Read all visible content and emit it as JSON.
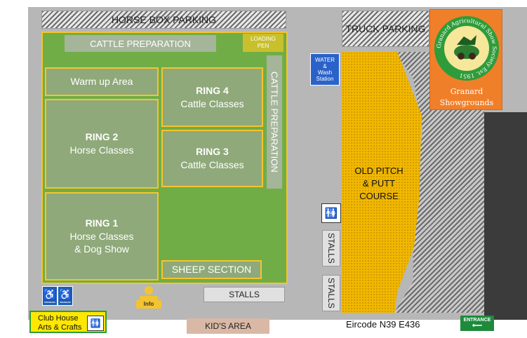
{
  "horse_box_parking": "HORSE BOX PARKING",
  "truck_parking": "TRUCK PARKING",
  "cattle_prep_top": "CATTLE PREPARATION",
  "loading_pen": {
    "line1": "LOADING",
    "line2": "PEN"
  },
  "cattle_prep_side": "CATTLE PREPARATION",
  "warm_up": "Warm up Area",
  "ring4": {
    "title": "RING 4",
    "sub": "Cattle Classes"
  },
  "ring2": {
    "title": "RING 2",
    "sub": "Horse Classes"
  },
  "ring3": {
    "title": "RING 3",
    "sub": "Cattle Classes"
  },
  "ring1": {
    "title": "RING 1",
    "sub1": "Horse Classes",
    "sub2": "& Dog Show"
  },
  "sheep": "SHEEP SECTION",
  "water": {
    "line1": "WATER",
    "line2": "&",
    "line3": "Wash",
    "line4": "Station"
  },
  "pitch": {
    "line1": "OLD PITCH",
    "line2": "& PUTT",
    "line3": "COURSE"
  },
  "stalls_v1": "STALLS",
  "stalls_v2": "STALLS",
  "stalls_h": "STALLS",
  "kids_area": "KID'S AREA",
  "eircode": "Eircode N39 E436",
  "entrance": "ENTRANCE",
  "info": "Info",
  "clubhouse": {
    "line1": "Club House",
    "line2": "Arts & Crafts"
  },
  "logo": {
    "ring_text": "Granard Agricultural Show Society Est. 1951",
    "line1": "Granard",
    "line2": "Showgrounds"
  },
  "icons": {
    "wheelchair": "wheelchair-icon",
    "toilet": "toilet-icon",
    "info": "info-person-icon",
    "arrow": "arrow-left-icon"
  },
  "colors": {
    "field": "#70ad47",
    "zone": "#8fa97a",
    "border": "#f4c430",
    "pitch": "#f2b800",
    "logo_bg": "#f07f2a",
    "logo_ring": "#2e9c3a",
    "water": "#1d5fb4",
    "kids": "#d9b9a6",
    "entrance": "#1e8a3c"
  }
}
